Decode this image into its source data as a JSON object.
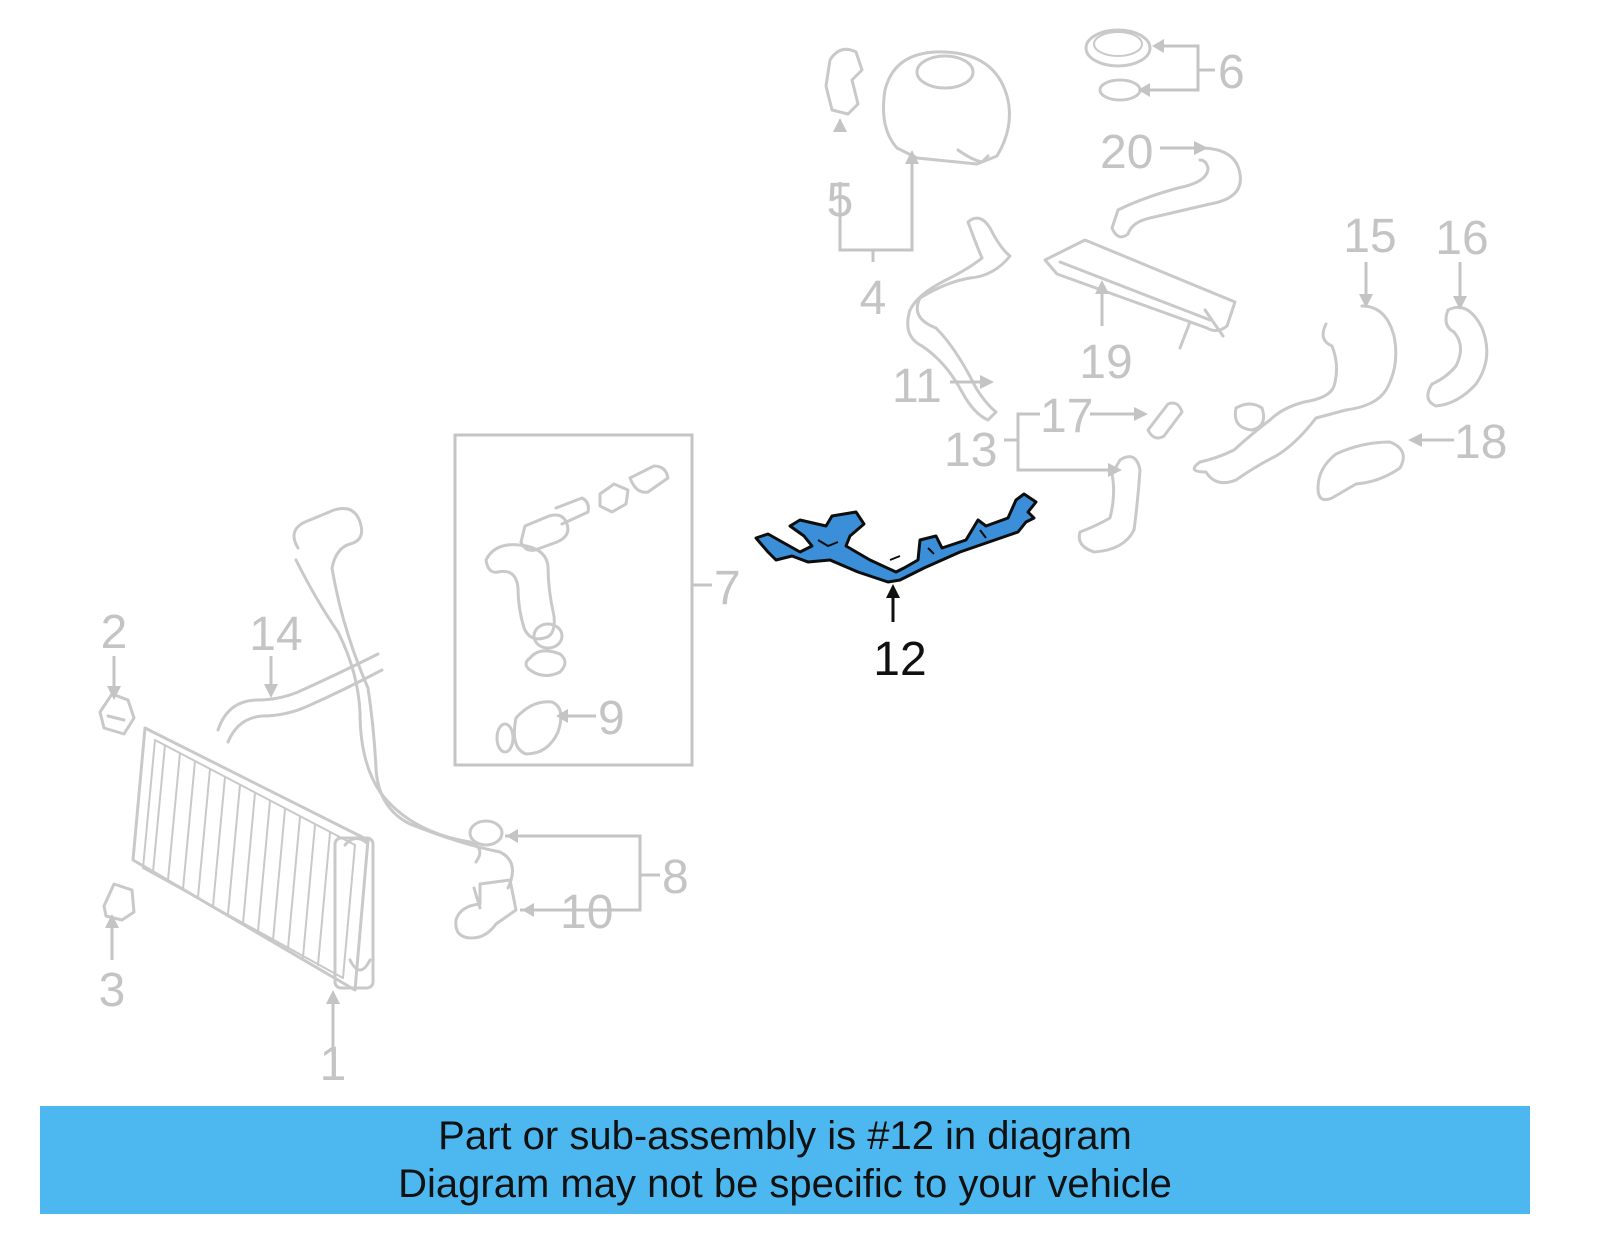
{
  "diagram": {
    "highlighted_part": "12",
    "callouts": [
      "1",
      "2",
      "3",
      "4",
      "5",
      "6",
      "7",
      "8",
      "9",
      "10",
      "11",
      "12",
      "13",
      "14",
      "15",
      "16",
      "17",
      "18",
      "19",
      "20"
    ]
  },
  "banner": {
    "line1": "Part or sub-assembly is #12 in diagram",
    "line2": "Diagram may not be specific to your vehicle"
  },
  "colors": {
    "banner_background": "#4db8f0",
    "highlight_part": "#3a8fd8",
    "faded_parts": "#c9c9c9"
  }
}
